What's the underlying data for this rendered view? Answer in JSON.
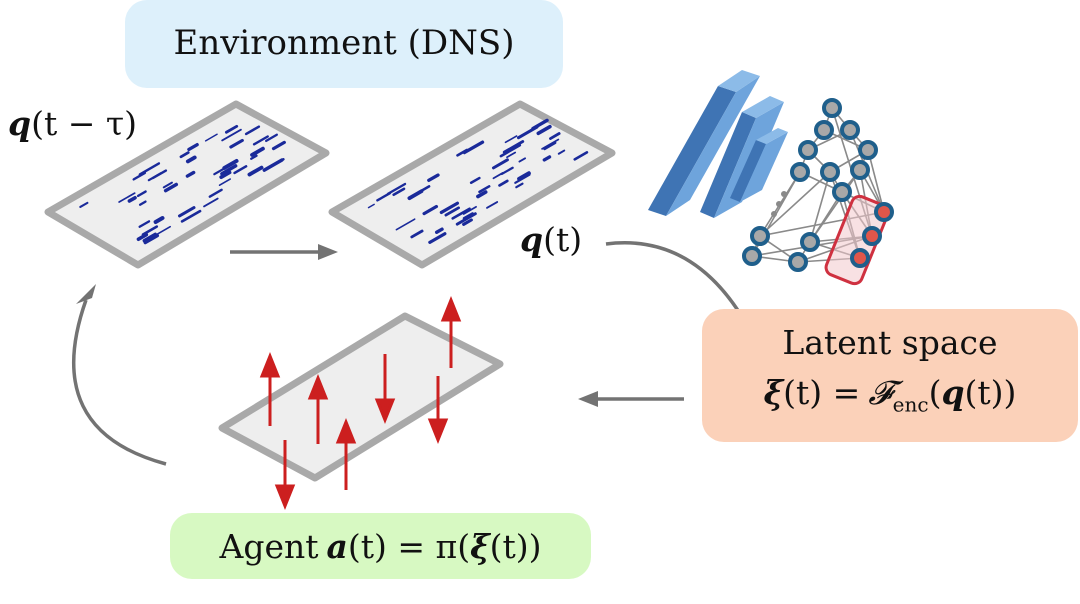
{
  "environment": {
    "label": "Environment (DNS)",
    "color": "#ddf0fb"
  },
  "state_prev": {
    "symbol": "q",
    "args": "(t − τ)"
  },
  "state_now": {
    "symbol": "q",
    "args": "(t)"
  },
  "latent": {
    "label": "Latent space",
    "color": "#fbd1b9",
    "eq_lhs_symbol": "ξ",
    "eq_lhs_args": "(t) =",
    "eq_op": "𝓕",
    "eq_op_sub": "enc",
    "eq_open": "(",
    "eq_inner_symbol": "q",
    "eq_inner_args": "(t))"
  },
  "agent": {
    "word": "Agent",
    "color": "#d7f9c2",
    "symbol": "a",
    "args": "(t) = π(",
    "inner_symbol": "ξ",
    "inner_args": "(t))"
  },
  "colors": {
    "plate_fill": "#eeeeee",
    "plate_border": "#a9a9a9",
    "structures": "#1a2a9a",
    "arrows": "#737373",
    "actuation": "#cc1f1f",
    "encoder": "#5b93d3",
    "node_ring": "#1f5f8b",
    "node_fill": "#a8a8a8",
    "node_active": "#e0564a",
    "highlight_box": "#cf3140"
  }
}
